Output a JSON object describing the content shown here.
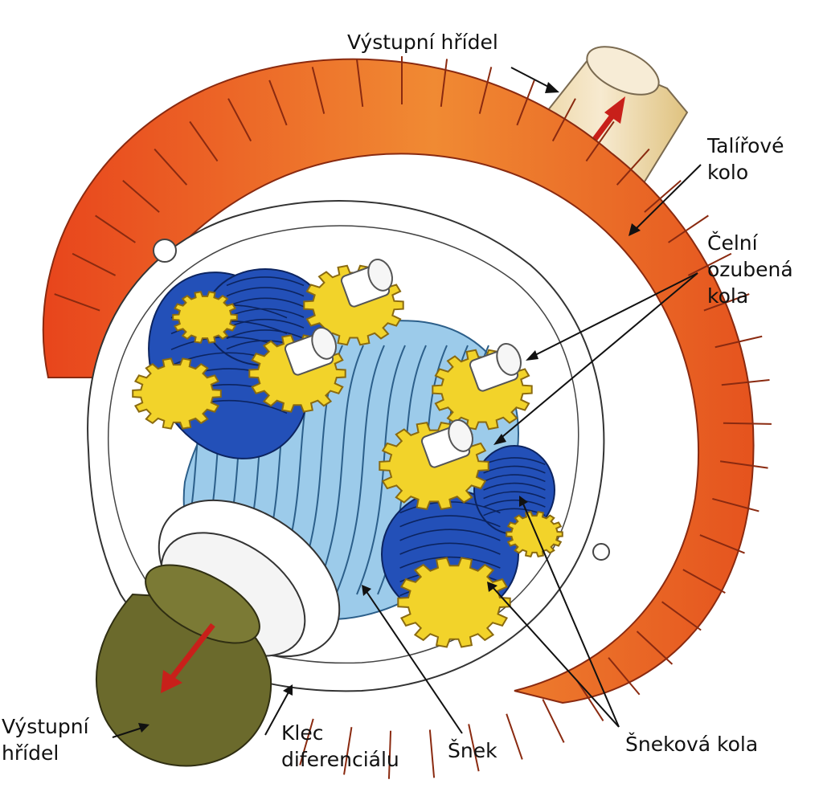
{
  "labels": {
    "output_shaft_top": "Výstupní hřídel",
    "ring_gear": [
      "Talířové",
      "kolo"
    ],
    "spur_gears": [
      "Čelní",
      "ozubená",
      "kola"
    ],
    "output_shaft_bottom": [
      "Výstupní",
      "hřídel"
    ],
    "cage": [
      "Klec",
      "diferenciálu"
    ],
    "worm": "Šnek",
    "worm_wheels": "Šneková kola"
  },
  "colors": {
    "ring_gear": "#e8561f",
    "ring_gear_light": "#f39a3a",
    "worm_dark": "#1f4fb5",
    "worm_light": "#8ec3e8",
    "spur_gear": "#f2d32a",
    "shaft": "#efd9a8",
    "shaft_bottom": "#6b6a2c",
    "arrow": "#c8201a",
    "cage": "#ffffff",
    "leader": "#111111"
  }
}
